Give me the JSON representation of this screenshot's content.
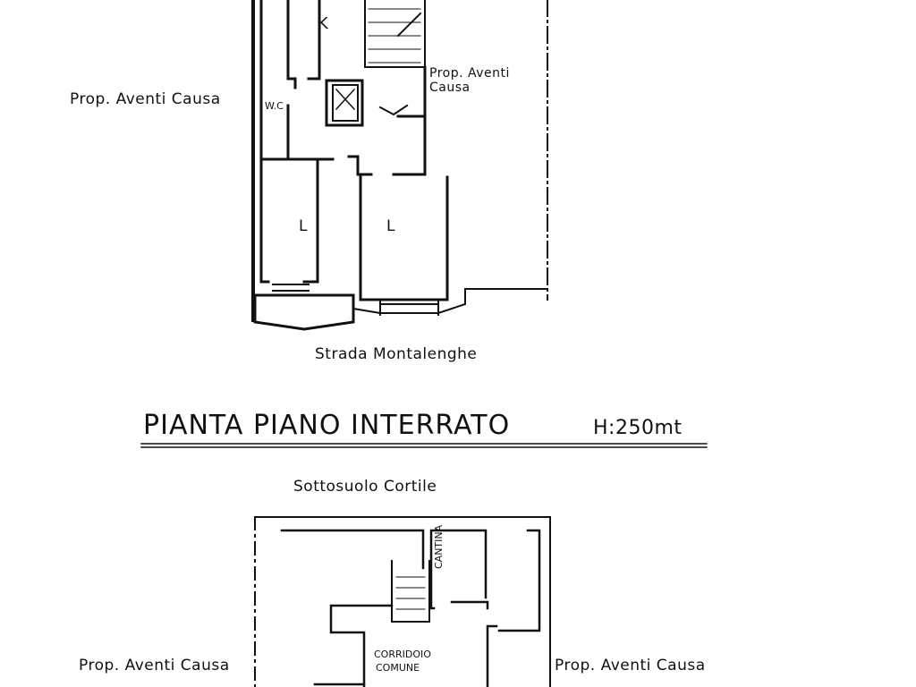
{
  "ground_floor": {
    "rooms": {
      "kitchen": "K",
      "wc": "W.C",
      "living_left": "L",
      "living_right": "L"
    },
    "neighbor_left": "Prop. Aventi Causa",
    "neighbor_right_line1": "Prop. Aventi",
    "neighbor_right_line2": "Causa",
    "street": "Strada Montalenghe"
  },
  "basement": {
    "title": "PIANTA PIANO INTERRATO",
    "height": "H:250mt",
    "courtyard": "Sottosuolo Cortile",
    "cellar": "CANTINA",
    "corridor_line1": "CORRIDOIO",
    "corridor_line2": "COMUNE",
    "neighbor_left": "Prop. Aventi Causa",
    "neighbor_right": "Prop. Aventi Causa"
  }
}
